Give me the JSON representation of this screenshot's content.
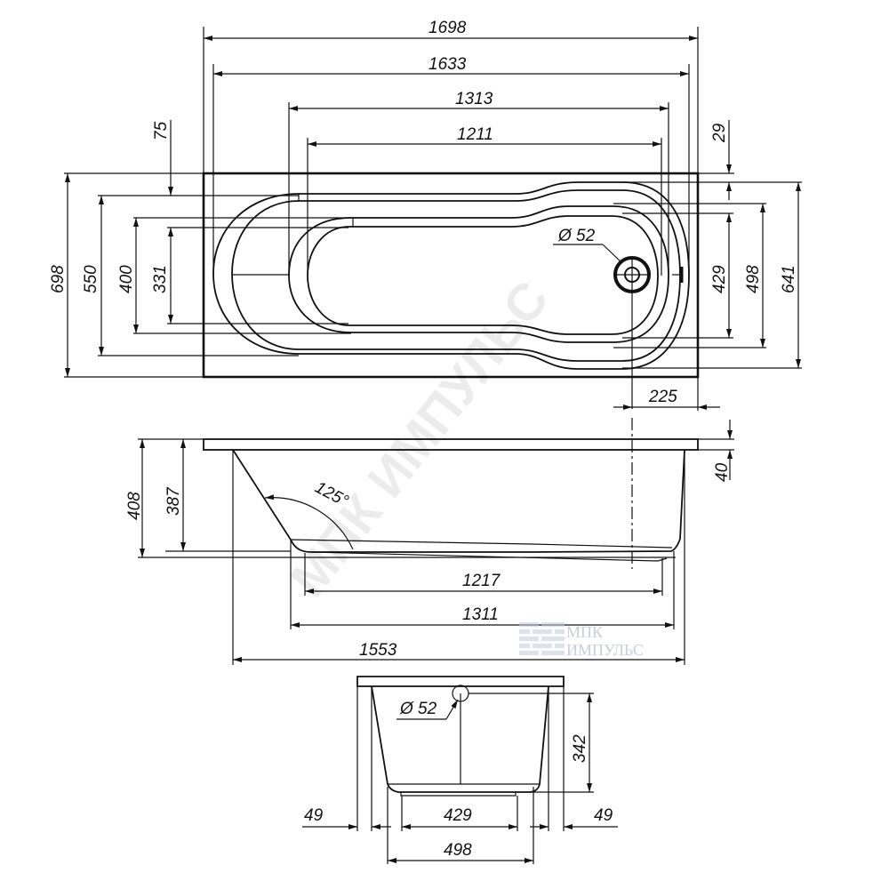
{
  "drawing": {
    "subject": "Bathtub technical dimension drawing",
    "units": "mm",
    "views": {
      "plan": {
        "widths": {
          "overall": "1698",
          "rim_outer": "1633",
          "basin_outer": "1313",
          "basin_inner": "1211"
        },
        "heights_left": {
          "overall": "698",
          "rim_outer": "550",
          "basin_outer": "400",
          "basin_inner": "331",
          "offset_top": "75"
        },
        "heights_right": {
          "offset_top": "29",
          "basin_inner": "429",
          "basin_outer": "498",
          "rim_outer": "641"
        },
        "drain": {
          "label": "Ø 52",
          "diameter": "52",
          "offset_from_edge": "225"
        }
      },
      "side": {
        "rim_thickness": "40",
        "overall_height": "408",
        "basin_depth": "387",
        "backrest_angle": "125°",
        "bottom_flat_length": "1217",
        "bottom_length": "1311",
        "body_length": "1553"
      },
      "end": {
        "overflow_label": "Ø 52",
        "overflow_height": "342",
        "side_offset_left": "49",
        "side_offset_right": "49",
        "bottom_inner_width": "429",
        "bottom_outer_width": "498"
      }
    },
    "watermark": {
      "diagonal_text": "МПК ИМПУЛЬС",
      "logo_line1": "МПК",
      "logo_line2": "ИМПУЛЬС"
    }
  },
  "colors": {
    "line": "#111111",
    "background": "#ffffff",
    "watermark": "#000000",
    "logo": "#9aa6bf"
  }
}
